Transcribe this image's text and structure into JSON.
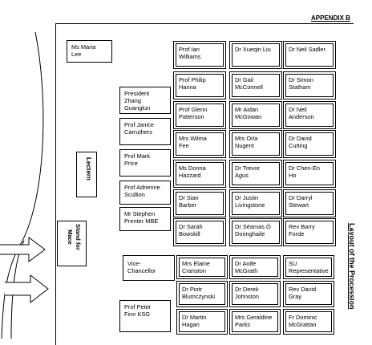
{
  "header": {
    "appendix": "APPENDIX B"
  },
  "side_title": "Layout of the Procession",
  "lectern": "Lectern",
  "stand": "Stand for\nMace",
  "left_column": [
    {
      "id": "maria-lee",
      "name": "Ms Maria\nLee"
    },
    {
      "id": "president-zhang",
      "name": "President\nZhang\nGuanglun"
    },
    {
      "id": "janice-carruthers",
      "name": "Prof Janice\nCarruthers"
    },
    {
      "id": "mark-price",
      "name": "Prof Mark\nPrice"
    },
    {
      "id": "adrienne-scullion",
      "name": "Prof Adrienne\nScullion"
    },
    {
      "id": "stephen-prenter",
      "name": "Mr Stephen\nPrenter MBE"
    },
    {
      "id": "vice-chancellor",
      "name": "Vice-\nChancellor"
    },
    {
      "id": "peter-finn",
      "name": "Prof Peter\nFinn KSG"
    }
  ],
  "grid": [
    [
      "Prof Ian\nWilliams",
      "Dr Xueqin Liu",
      "Dr Neil Sadler"
    ],
    [
      "Prof Philip\nHanna",
      "Dr Gail\nMcConnell",
      "Dr Simon\nStatham"
    ],
    [
      "Prof Glenn\nPatterson",
      "Mr Aidan\nMcGowan",
      "Dr Neil\nAnderson"
    ],
    [
      "Mrs Wilma\nFee",
      "Mrs Orla\nNugent",
      "Dr David\nCutting"
    ],
    [
      "Ms Donna\nHazzard",
      "Dr Trevor\nAgus",
      "Dr Chen-En\nHo"
    ],
    [
      "Dr Sian\nBarber",
      "Dr Justin\nLivingstone",
      "Dr Darryl\nStewart"
    ],
    [
      "Dr Sarah\nBowskill",
      "Dr Séamas Ó\nDonnghaile",
      "Rev Barry\nForde"
    ]
  ],
  "lower_grid": [
    [
      "Mrs Elaine\nCranston",
      "Dr Aoife\nMcGrath",
      "SU\nRepresentative"
    ],
    [
      "Dr Piotr\nBlumczynski",
      "Dr Derek\nJohnston",
      "Rev David\nGray"
    ],
    [
      "Dr Martin\nHagan",
      "Mrs Geraldine\nParks",
      "Fr Dominic\nMcGrattan"
    ]
  ]
}
